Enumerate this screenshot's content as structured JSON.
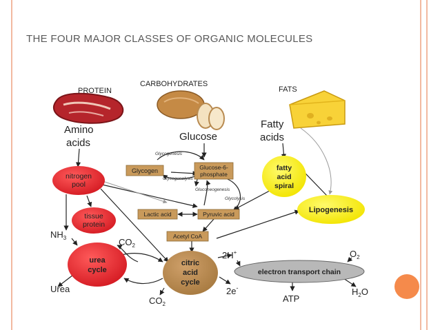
{
  "slide": {
    "title": "The four major classes of organic molecules",
    "colors": {
      "background": "#ffffff",
      "title": "#595959",
      "rule_lines": "#f2b9a0",
      "accent_circle": "#f58a4b",
      "red_node": "#e8232a",
      "yellow_node": "#f7f01c",
      "brown_box": "#c99a5b",
      "citric_node": "#b5884d"
    },
    "icons": [
      "steak-icon",
      "bread-icon",
      "cheese-icon"
    ]
  },
  "diagram": {
    "headers": {
      "protein": "PROTEIN",
      "carbohydrates": "CARBOHYDRATES",
      "fats": "FATS"
    },
    "monomers": {
      "amino_1": "Amino",
      "amino_2": "acids",
      "glucose": "Glucose",
      "fatty_1": "Fatty",
      "fatty_2": "acids"
    },
    "boxes": {
      "glycogen": "Glycogen",
      "g6p_1": "Glucose-6-",
      "g6p_2": "phosphate",
      "lactic": "Lactic acid",
      "pyruvic": "Pyruvic acid",
      "acetyl": "Acetyl CoA"
    },
    "process_labels": {
      "glycogenesis": "Glycogenesis",
      "glycogenolysis": "Glycogenolysis",
      "gluconeogenesis": "Gluconeogenesis",
      "glycolysis": "Glycolysis"
    },
    "nodes": {
      "nitrogen_1": "nitrogen",
      "nitrogen_2": "pool",
      "tissue_1": "tissue",
      "tissue_2": "protein",
      "urea_1": "urea",
      "urea_2": "cycle",
      "citric_1": "citric",
      "citric_2": "acid",
      "citric_3": "cycle",
      "fatty_spiral_1": "fatty",
      "fatty_spiral_2": "acid",
      "fatty_spiral_3": "spiral",
      "lipogenesis": "Lipogenesis",
      "etc": "electron transport chain"
    },
    "molecules": {
      "nh3": "NH",
      "nh3_sub": "3",
      "co2_a": "CO",
      "co2_a_sub": "2",
      "urea": "Urea",
      "co2_b": "CO",
      "co2_b_sub": "2",
      "h_plus": "2H",
      "h_plus_sup": "+",
      "e_minus": "2e",
      "e_minus_sup": "-",
      "o2": "O",
      "o2_sub": "2",
      "atp": "ATP",
      "h2o_h": "H",
      "h2o_sub": "2",
      "h2o_o": "O"
    }
  }
}
